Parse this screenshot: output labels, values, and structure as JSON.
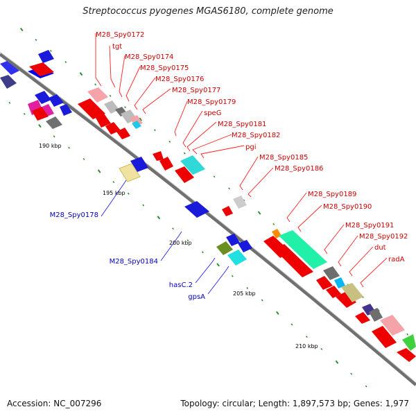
{
  "title": "Streptococcus pyogenes MGAS6180, complete genome",
  "footer": {
    "accession": "Accession: NC_007296",
    "summary": "Topology: circular; Length: 1,897,573 bp; Genes: 1,977"
  },
  "kbp_labels": [
    "190 kbp",
    "195 kbp",
    "200 kbp",
    "205 kbp",
    "210 kbp"
  ],
  "red_labels": [
    "M28_Spy0172",
    "tgt",
    "M28_Spy0174",
    "M28_Spy0175",
    "M28_Spy0176",
    "M28_Spy0177",
    "M28_Spy0179",
    "speG",
    "M28_Spy0181",
    "M28_Spy0182",
    "pgi",
    "M28_Spy0185",
    "M28_Spy0186",
    "M28_Spy0189",
    "M28_Spy0190",
    "M28_Spy0191",
    "M28_Spy0192",
    "dut",
    "radA"
  ],
  "blue_labels": [
    "M28_Spy0178",
    "M28_Spy0184",
    "hasC.2",
    "gpsA"
  ],
  "colors": {
    "forward_cds": "#ff0000",
    "reverse_cds": "#0000ff",
    "red_label": "#cc0000",
    "blue_label": "#0000bb",
    "backbone": "#808080",
    "tick": "#2e8b2e"
  }
}
